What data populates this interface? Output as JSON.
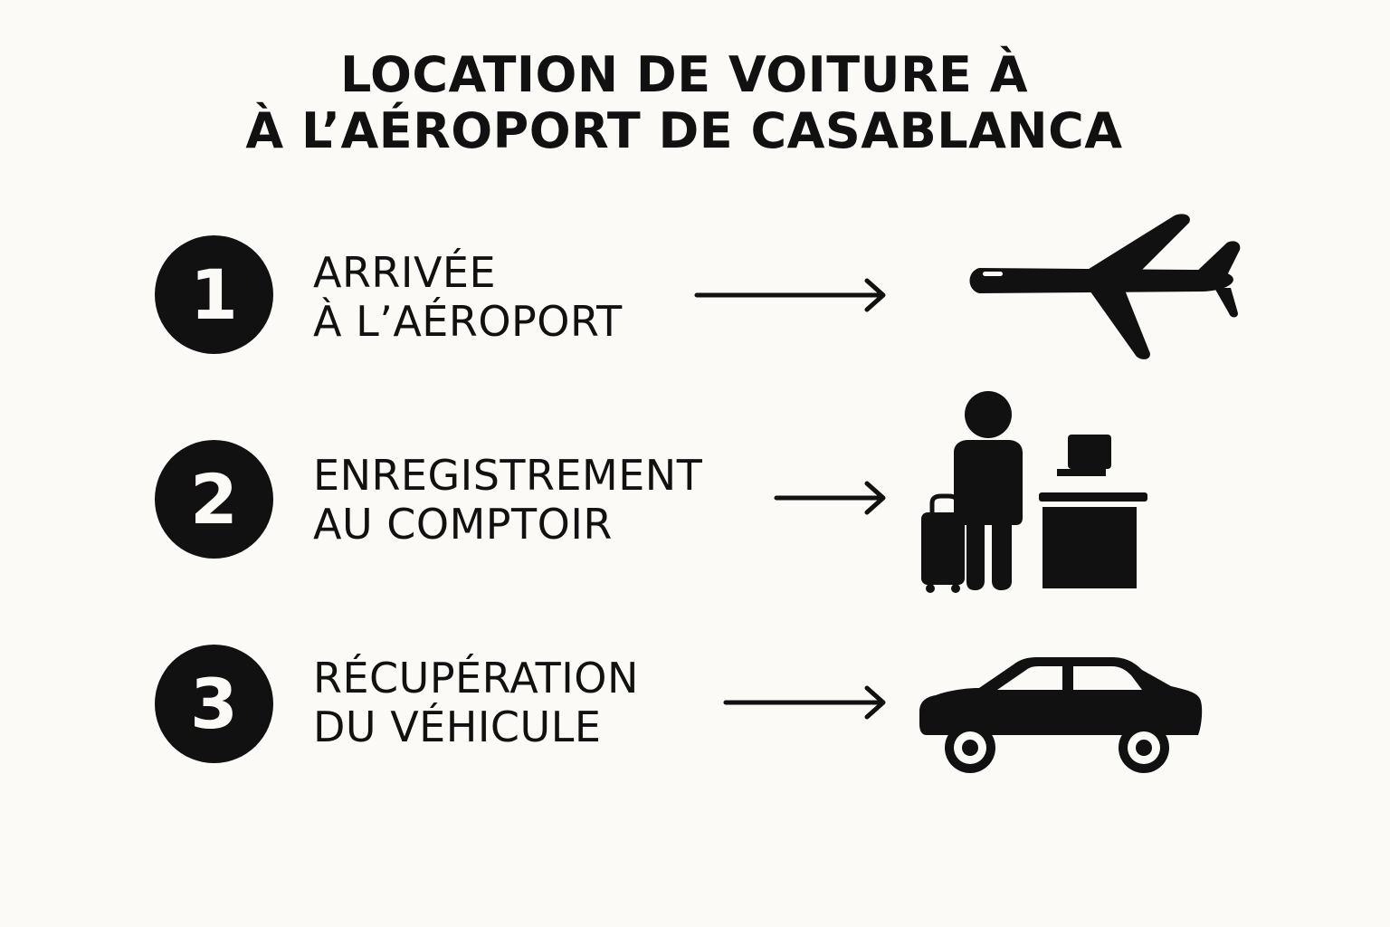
{
  "title": {
    "line1": "LOCATION DE VOITURE À",
    "line2": "À L’AÉROPORT DE CASABLANCA"
  },
  "steps": [
    {
      "number": "1",
      "line1": "ARRIVÉE",
      "line2": "À L’AÉROPORT",
      "icon": "airplane-icon"
    },
    {
      "number": "2",
      "line1": "ENREGISTREMENT",
      "line2": "AU COMPTOIR",
      "icon": "check-in-counter-icon"
    },
    {
      "number": "3",
      "line1": "RÉCUPÉRATION",
      "line2": "DU VÉHICULE",
      "icon": "car-icon"
    }
  ],
  "colors": {
    "background": "#fbfaf6",
    "ink": "#111111"
  }
}
